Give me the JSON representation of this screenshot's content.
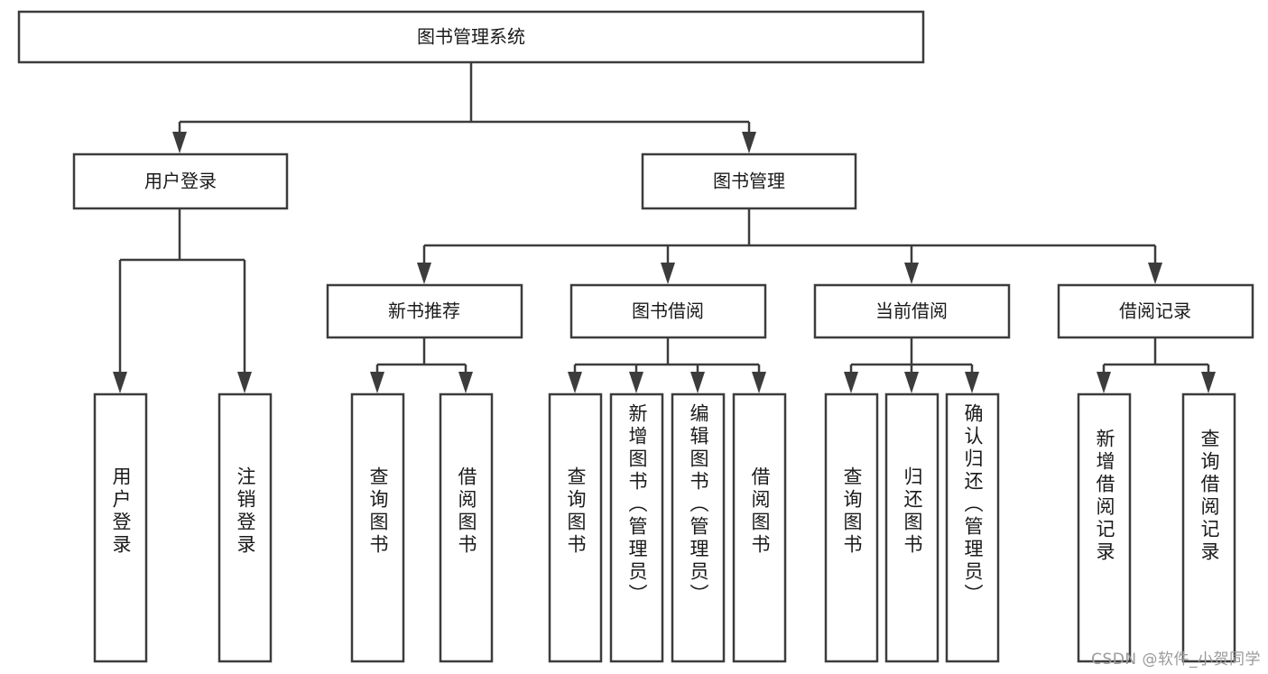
{
  "diagram": {
    "type": "tree-hierarchy",
    "title": "图书管理系统",
    "watermark": "CSDN @软件_小贺同学",
    "colors": {
      "stroke": "#3c3c3c",
      "fill": "#ffffff",
      "text": "#1a1a1a",
      "watermark": "#9a9a9a"
    },
    "levels": {
      "root": "图书管理系统",
      "level2": [
        "用户登录",
        "图书管理"
      ],
      "level3": [
        "新书推荐",
        "图书借阅",
        "当前借阅",
        "借阅记录"
      ]
    },
    "nodes": {
      "root": {
        "label": "图书管理系统"
      },
      "user_login": {
        "label": "用户登录"
      },
      "book_manage": {
        "label": "图书管理"
      },
      "new_book_rec": {
        "label": "新书推荐"
      },
      "book_borrow": {
        "label": "图书借阅"
      },
      "current_borrow": {
        "label": "当前借阅"
      },
      "borrow_record": {
        "label": "借阅记录"
      },
      "leaf_1": {
        "label": "用户登录"
      },
      "leaf_2": {
        "label": "注销登录"
      },
      "leaf_3": {
        "label": "查询图书"
      },
      "leaf_4": {
        "label": "借阅图书"
      },
      "leaf_5": {
        "label": "查询图书"
      },
      "leaf_6": {
        "label": "新增图书（管理员）"
      },
      "leaf_7": {
        "label": "编辑图书（管理员）"
      },
      "leaf_8": {
        "label": "借阅图书"
      },
      "leaf_9": {
        "label": "查询图书"
      },
      "leaf_10": {
        "label": "归还图书"
      },
      "leaf_11": {
        "label": "确认归还（管理员）"
      },
      "leaf_12": {
        "label": "新增借阅记录"
      },
      "leaf_13": {
        "label": "查询借阅记录"
      }
    },
    "edges": [
      {
        "from": "root",
        "to": "user_login"
      },
      {
        "from": "root",
        "to": "book_manage"
      },
      {
        "from": "user_login",
        "to": "leaf_1"
      },
      {
        "from": "user_login",
        "to": "leaf_2"
      },
      {
        "from": "book_manage",
        "to": "new_book_rec"
      },
      {
        "from": "book_manage",
        "to": "book_borrow"
      },
      {
        "from": "book_manage",
        "to": "current_borrow"
      },
      {
        "from": "book_manage",
        "to": "borrow_record"
      },
      {
        "from": "new_book_rec",
        "to": "leaf_3"
      },
      {
        "from": "new_book_rec",
        "to": "leaf_4"
      },
      {
        "from": "book_borrow",
        "to": "leaf_5"
      },
      {
        "from": "book_borrow",
        "to": "leaf_6"
      },
      {
        "from": "book_borrow",
        "to": "leaf_7"
      },
      {
        "from": "book_borrow",
        "to": "leaf_8"
      },
      {
        "from": "current_borrow",
        "to": "leaf_9"
      },
      {
        "from": "current_borrow",
        "to": "leaf_10"
      },
      {
        "from": "current_borrow",
        "to": "leaf_11"
      },
      {
        "from": "borrow_record",
        "to": "leaf_12"
      },
      {
        "from": "borrow_record",
        "to": "leaf_13"
      }
    ]
  }
}
